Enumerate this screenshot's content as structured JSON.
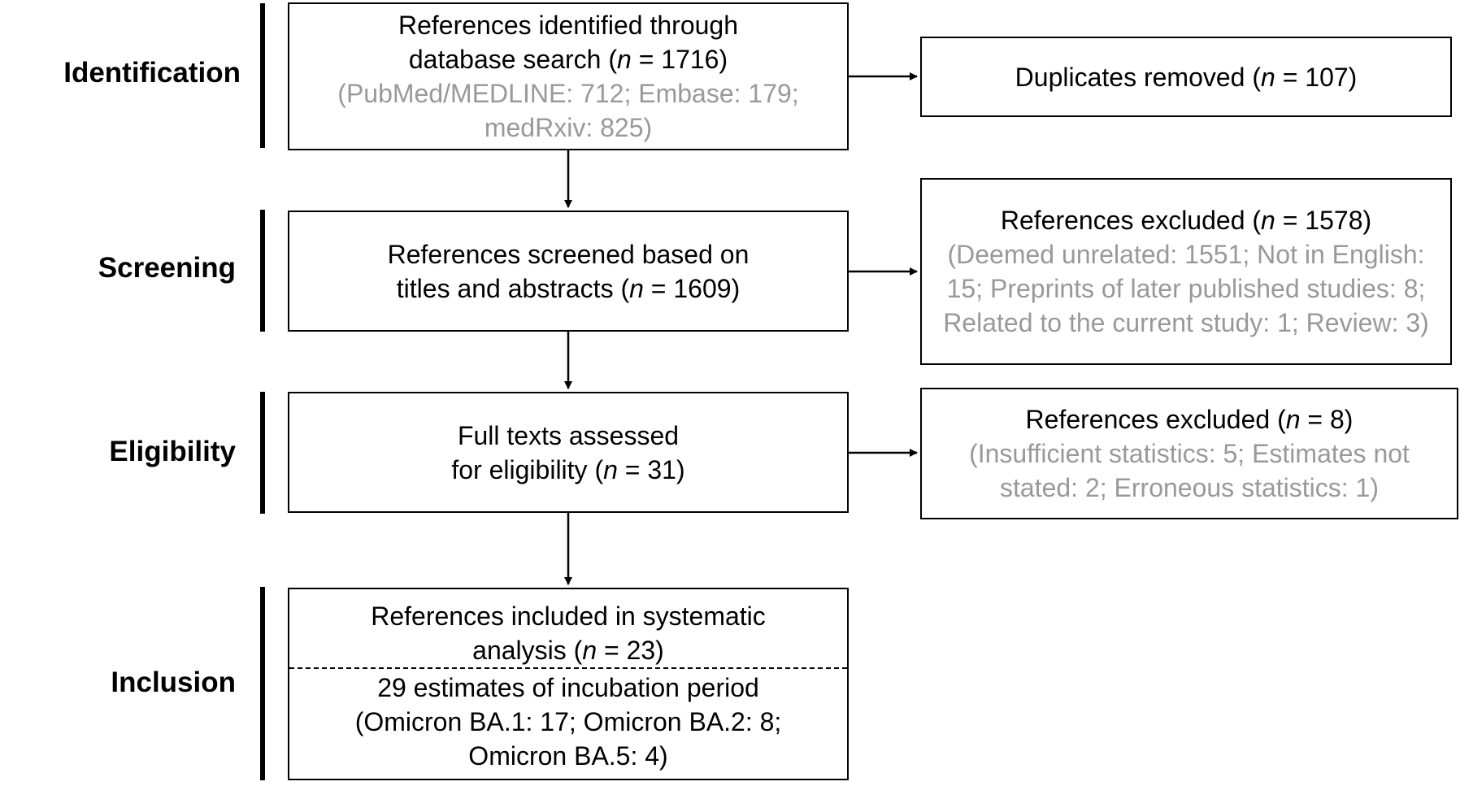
{
  "stages": [
    {
      "name": "identification",
      "label": "Identification"
    },
    {
      "name": "screening",
      "label": "Screening"
    },
    {
      "name": "eligibility",
      "label": "Eligibility"
    },
    {
      "name": "inclusion",
      "label": "Inclusion"
    }
  ],
  "boxes": {
    "identified": {
      "line1": "References identified through",
      "line2_prefix": "database search (",
      "n_symbol": "n",
      "line2_suffix": " = 1716)",
      "sub1": "(PubMed/MEDLINE: 712; Embase: 179;",
      "sub2": "medRxiv: 825)"
    },
    "duplicates": {
      "prefix": "Duplicates removed (",
      "n_symbol": "n",
      "suffix": " = 107)"
    },
    "screened": {
      "line1": "References screened based on",
      "line2_prefix": "titles and abstracts (",
      "n_symbol": "n",
      "line2_suffix": " = 1609)"
    },
    "excluded_screening": {
      "prefix": "References excluded (",
      "n_symbol": "n",
      "suffix": " = 1578)",
      "detail": "(Deemed unrelated: 1551; Not in English: 15; Preprints of later published studies: 8; Related to the current study: 1; Review: 3)"
    },
    "full_texts": {
      "line1": "Full texts assessed",
      "line2_prefix": "for eligibility (",
      "n_symbol": "n",
      "line2_suffix": " = 31)"
    },
    "excluded_eligibility": {
      "prefix": "References excluded (",
      "n_symbol": "n",
      "suffix": " = 8)",
      "sub1": "(Insufficient statistics: 5; Estimates not",
      "sub2": "stated: 2; Erroneous statistics: 1)"
    },
    "included": {
      "line1": "References included in systematic",
      "line2_prefix": "analysis (",
      "n_symbol": "n",
      "line2_suffix": " = 23)",
      "line3": "29 estimates of incubation period",
      "line4": "(Omicron BA.1: 17; Omicron BA.2: 8;",
      "line5": "Omicron BA.5: 4)"
    }
  }
}
